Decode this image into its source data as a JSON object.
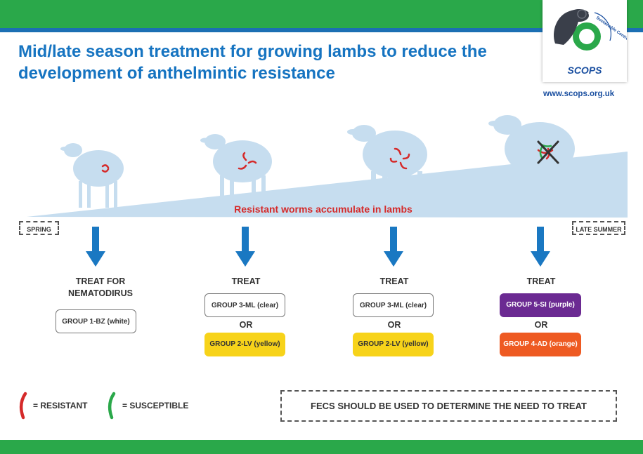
{
  "header": {
    "title": "Mid/late season treatment for growing lambs to reduce the development of anthelmintic resistance",
    "logo_text": "SCOPS",
    "logo_ring_text": "Sustainable Control of Parasites",
    "url": "www.scops.org.uk"
  },
  "diagram": {
    "accumulate_label": "Resistant worms accumulate in lambs",
    "start_label": "SPRING",
    "end_label": "LATE SUMMER"
  },
  "stages": [
    {
      "treat_heading": "TREAT FOR\nNEMATODIRUS",
      "option1": "GROUP 1-BZ (white)",
      "option2": ""
    },
    {
      "treat_heading": "TREAT",
      "option1": "GROUP 3-ML (clear)",
      "or_label": "OR",
      "option2": "GROUP 2-LV (yellow)"
    },
    {
      "treat_heading": "TREAT",
      "option1": "GROUP 3-ML (clear)",
      "or_label": "OR",
      "option2": "GROUP 2-LV (yellow)"
    },
    {
      "treat_heading": "TREAT",
      "option1": "GROUP 5-SI (purple)",
      "or_label": "OR",
      "option2": "GROUP 4-AD (orange)"
    }
  ],
  "legend": {
    "resistant": "= RESISTANT",
    "susceptible": "= SUSCEPTIBLE"
  },
  "footer_note": "FECS SHOULD BE USED TO DETERMINE THE NEED TO TREAT",
  "colors": {
    "green": "#2aa84a",
    "blue": "#1b6fb3",
    "title_blue": "#1674c1",
    "resistant_red": "#d52a2a",
    "susceptible_green": "#2aa84a",
    "sheep_blue": "#c6ddef",
    "arrow_blue": "#1a78c2"
  }
}
